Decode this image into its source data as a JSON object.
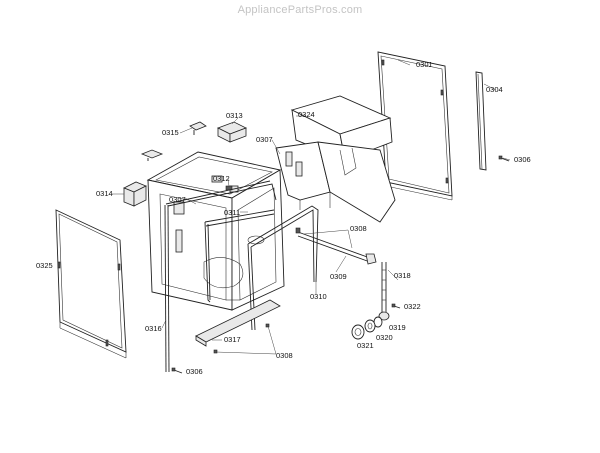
{
  "watermark": "AppliancePartsPros.com",
  "labels": {
    "p0301": "0301",
    "p0304": "0304",
    "p0306_right": "0306",
    "p0324": "0324",
    "p0313": "0313",
    "p0315": "0315",
    "p0307_top": "0307",
    "p0312": "0312",
    "p0314": "0314",
    "p0307_left": "0307",
    "p0311": "0311",
    "p0308_top": "0308",
    "p0325": "0325",
    "p0309": "0309",
    "p0310": "0310",
    "p0318": "0318",
    "p0322": "0322",
    "p0316": "0316",
    "p0317": "0317",
    "p0319": "0319",
    "p0320": "0320",
    "p0321": "0321",
    "p0308_bottom": "0308",
    "p0306_bottom": "0306"
  }
}
